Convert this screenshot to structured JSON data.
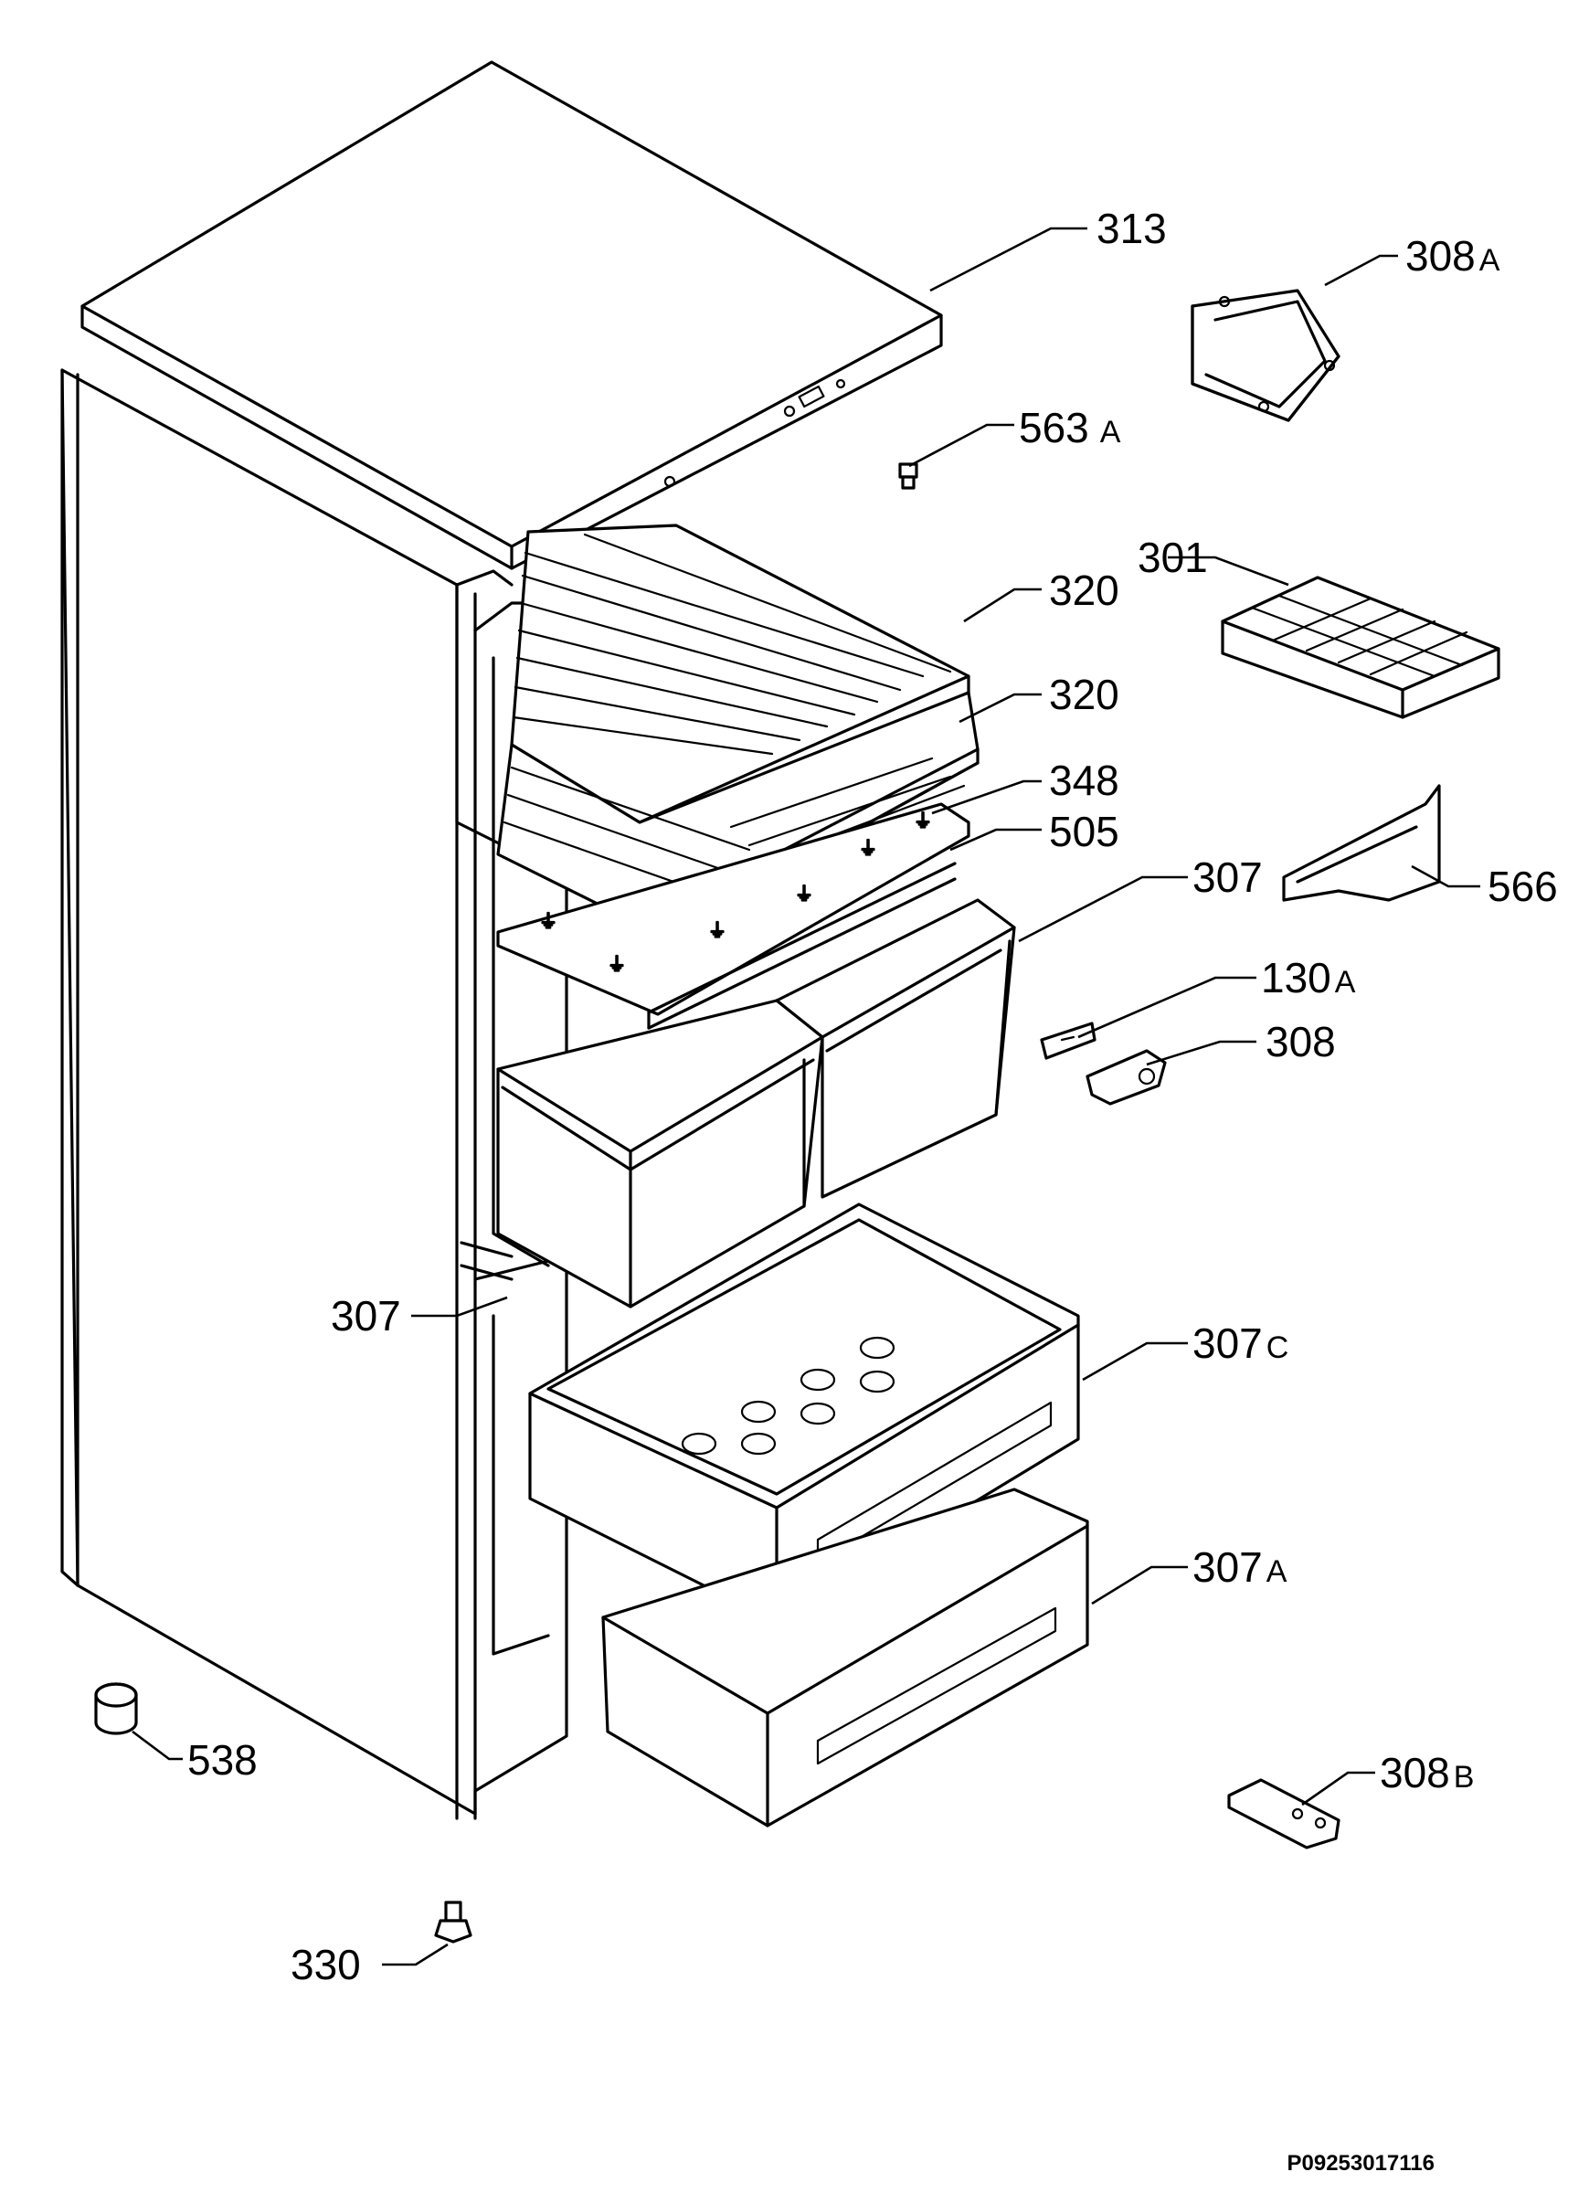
{
  "parts": [
    {
      "id": "p313",
      "number": "313",
      "suffix": ""
    },
    {
      "id": "p308a",
      "number": "308",
      "suffix": "A"
    },
    {
      "id": "p563a",
      "number": "563",
      "suffix": "A"
    },
    {
      "id": "p301",
      "number": "301",
      "suffix": ""
    },
    {
      "id": "p320a",
      "number": "320",
      "suffix": ""
    },
    {
      "id": "p320b",
      "number": "320",
      "suffix": ""
    },
    {
      "id": "p348",
      "number": "348",
      "suffix": ""
    },
    {
      "id": "p505",
      "number": "505",
      "suffix": ""
    },
    {
      "id": "p307r",
      "number": "307",
      "suffix": ""
    },
    {
      "id": "p566",
      "number": "566",
      "suffix": ""
    },
    {
      "id": "p130a",
      "number": "130",
      "suffix": "A"
    },
    {
      "id": "p308",
      "number": "308",
      "suffix": ""
    },
    {
      "id": "p307l",
      "number": "307",
      "suffix": ""
    },
    {
      "id": "p307c",
      "number": "307",
      "suffix": "C"
    },
    {
      "id": "p307a",
      "number": "307",
      "suffix": "A"
    },
    {
      "id": "p538",
      "number": "538",
      "suffix": ""
    },
    {
      "id": "p308b",
      "number": "308",
      "suffix": "B"
    },
    {
      "id": "p330",
      "number": "330",
      "suffix": ""
    }
  ],
  "drawing_ref": "P09253017116"
}
